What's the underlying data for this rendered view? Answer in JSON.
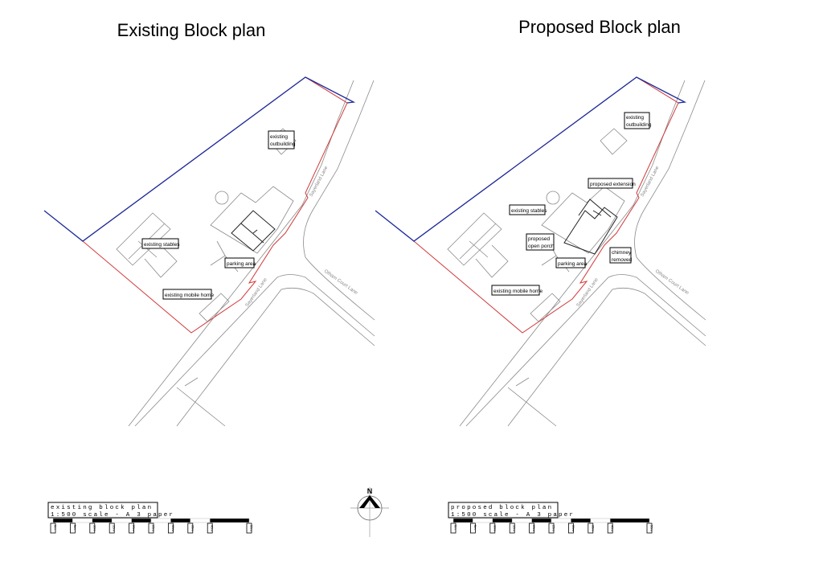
{
  "existing": {
    "title": "Existing Block plan",
    "labels": {
      "outbuilding": [
        "existing",
        "outbuilding"
      ],
      "stables": "existing stables",
      "parking": "parking area",
      "mobile_home": "existing mobile home"
    },
    "roads": {
      "sayerland_upper": "Sayerland Lane",
      "sayerland_lower": "Sayerland Lane",
      "otham": "Otham Court Lane"
    },
    "scale_box": {
      "line1": "existing block plan",
      "line2": "1:500 scale - A 3 paper"
    }
  },
  "proposed": {
    "title": "Proposed Block plan",
    "labels": {
      "outbuilding": [
        "existing",
        "outbuilding"
      ],
      "extension": "proposed extension",
      "stables": "existing stables",
      "porch": [
        "proposed",
        "open porch"
      ],
      "chimney": [
        "chimney",
        "removed"
      ],
      "parking": "parking area",
      "mobile_home": "existing mobile home"
    },
    "roads": {
      "sayerland_upper": "Sayerland Lane",
      "sayerland_lower": "Sayerland Lane",
      "otham": "Otham Court Lane"
    },
    "scale_box": {
      "line1": "proposed block plan",
      "line2": "1:500 scale - A 3 paper"
    }
  },
  "scale_ticks": [
    "0m",
    "5m",
    "10m",
    "15m",
    "20m",
    "25m",
    "30m",
    "35m",
    "40m",
    "50m"
  ],
  "north_arrow": {
    "label": "N"
  },
  "colors": {
    "site_boundary": "#d23a3a",
    "ownership_boundary": "#1a2a9c",
    "existing_lines": "#8a8a8a",
    "building_lines": "#222222"
  }
}
